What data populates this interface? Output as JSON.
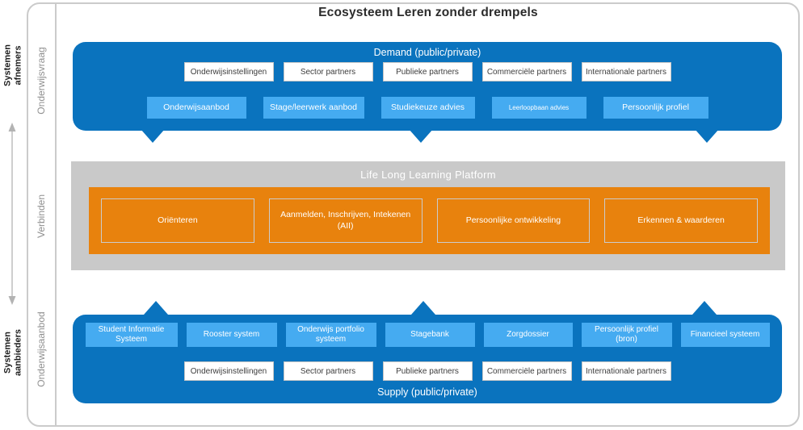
{
  "title": "Ecosysteem Leren zonder drempels",
  "side_labels": {
    "afnemers": "Systemen\nafnemers",
    "aanbieders": "Systemen\naanbieders",
    "onderwijsvraag": "Onderwijsvraag",
    "verbinden": "Verbinden",
    "onderwijsaanbod": "Onderwijsaanbod"
  },
  "demand": {
    "header": "Demand (public/private)",
    "partners": [
      "Onderwijsinstellingen",
      "Sector partners",
      "Publieke partners",
      "Commerciële partners",
      "Internationale partners"
    ],
    "services": [
      "Onderwijsaanbod",
      "Stage/leerwerk aanbod",
      "Studiekeuze advies",
      "Leerloopbaan  advies",
      "Persoonlijk profiel"
    ]
  },
  "platform": {
    "header": "Life Long Learning Platform",
    "functions": [
      "Oriënteren",
      "Aanmelden, Inschrijven, Intekenen\n(AII)",
      "Persoonlijke ontwikkeling",
      "Erkennen & waarderen"
    ]
  },
  "supply": {
    "header": "Supply  (public/private)",
    "systems": [
      "Student Informatie\nSysteem",
      "Rooster system",
      "Onderwijs portfolio\nsysteem",
      "Stagebank",
      "Zorgdossier",
      "Persoonlijk profiel\n(bron)",
      "Financieel systeem"
    ],
    "partners": [
      "Onderwijsinstellingen",
      "Sector partners",
      "Publieke partners",
      "Commerciële partners",
      "Internationale partners"
    ]
  },
  "colors": {
    "primary_blue": "#0a73be",
    "light_blue": "#45abf1",
    "orange": "#e8820d",
    "gray_band": "#c9c9c9",
    "frame_border": "#cbcbcb"
  }
}
